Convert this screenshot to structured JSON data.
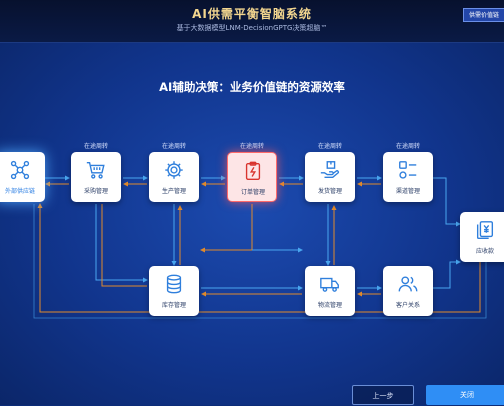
{
  "header": {
    "title": "AI供需平衡智脑系统",
    "subtitle": "基于大数据模型LNM-DecisionGPTG决策超脑™",
    "corner_button": "供需价值链"
  },
  "main": {
    "heading": "AI辅助决策：业务价值链的资源效率"
  },
  "transit_label": "在途周转",
  "nodes": {
    "external": {
      "label": "外部供应链",
      "icon": "network-icon"
    },
    "procurement": {
      "label": "采购管理",
      "icon": "cart-icon"
    },
    "production": {
      "label": "生产管理",
      "icon": "gear-icon"
    },
    "order": {
      "label": "订单管理",
      "icon": "clipboard-bolt-icon"
    },
    "delivery": {
      "label": "发货管理",
      "icon": "hand-box-icon"
    },
    "channel": {
      "label": "渠道管理",
      "icon": "channel-icon"
    },
    "receivable": {
      "label": "应收款",
      "icon": "yuan-card-icon"
    },
    "inventory": {
      "label": "库存管理",
      "icon": "database-icon"
    },
    "logistics": {
      "label": "物流管理",
      "icon": "truck-icon"
    },
    "customer": {
      "label": "客户关系",
      "icon": "users-icon"
    }
  },
  "footer": {
    "prev_label": "上一步",
    "close_label": "关闭"
  },
  "colors": {
    "flow_orange": "#e08a2c",
    "flow_blue": "#49a6f0",
    "highlight_red": "#ff6a6a",
    "icon_blue": "#2f7fdc"
  }
}
